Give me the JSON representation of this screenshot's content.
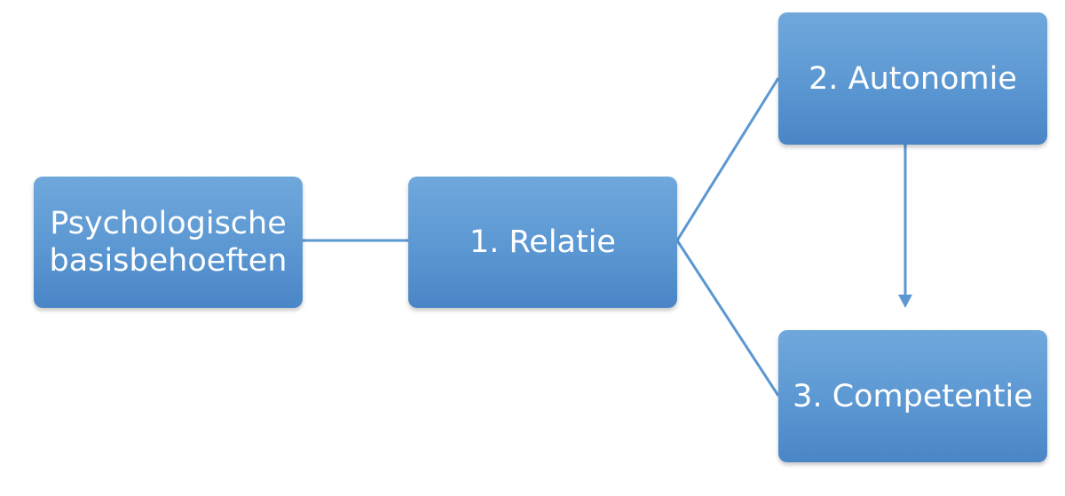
{
  "diagram": {
    "nodes": {
      "root": "Psychologische basisbehoeften",
      "relatie": "1. Relatie",
      "autonomie": "2. Autonomie",
      "competentie": "3. Competentie"
    },
    "colors": {
      "box_top": "#70a8dc",
      "box_bottom": "#4a86c6",
      "connector": "#5b97d2",
      "text": "#ffffff"
    },
    "edges": [
      {
        "from": "root",
        "to": "relatie",
        "arrow": false
      },
      {
        "from": "relatie",
        "to": "autonomie",
        "arrow": false
      },
      {
        "from": "relatie",
        "to": "competentie",
        "arrow": false
      },
      {
        "from": "autonomie",
        "to": "competentie",
        "arrow": true
      }
    ]
  }
}
